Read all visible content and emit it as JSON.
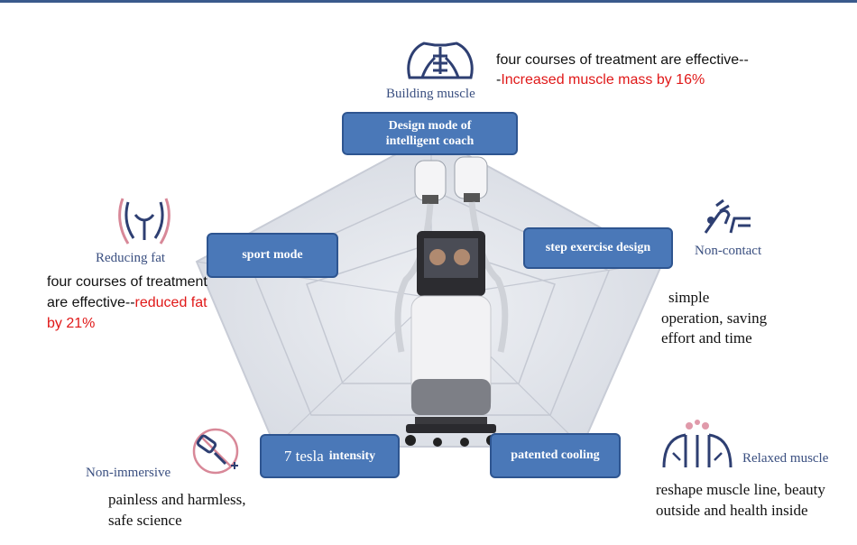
{
  "boxes": {
    "coach": "Design mode of intelligent coach",
    "sport": "sport mode",
    "step": "step exercise design",
    "tesla_num": "7 tesla",
    "tesla_word": "intensity",
    "cooling": "patented cooling"
  },
  "features": {
    "building": {
      "label": "Building muscle",
      "line1": "four courses of treatment are effective--",
      "line2_prefix": "-",
      "line2_red": "Increased muscle mass by 16%"
    },
    "fat": {
      "label": "Reducing fat",
      "line1": "four courses of treatment",
      "line2_prefix": "are effective--",
      "line2_red": "reduced fat",
      "line3_red": "by 21%"
    },
    "contact": {
      "label": "Non-contact",
      "line1": "simple",
      "line2": "operation, saving",
      "line3": "effort and time"
    },
    "immersive": {
      "label": "Non-immersive",
      "line1": "painless and harmless,",
      "line2": "safe science"
    },
    "relaxed": {
      "label": "Relaxed muscle",
      "line1": "reshape muscle line, beauty",
      "line2": "outside and health inside"
    }
  },
  "colors": {
    "box_fill": "#4a78b8",
    "highlight_red": "#e01818",
    "caption_blue": "#3a4f80"
  },
  "icons": [
    "muscle-torso-icon",
    "hips-icon",
    "hand-wave-icon",
    "no-needle-icon",
    "shoulders-icon"
  ]
}
